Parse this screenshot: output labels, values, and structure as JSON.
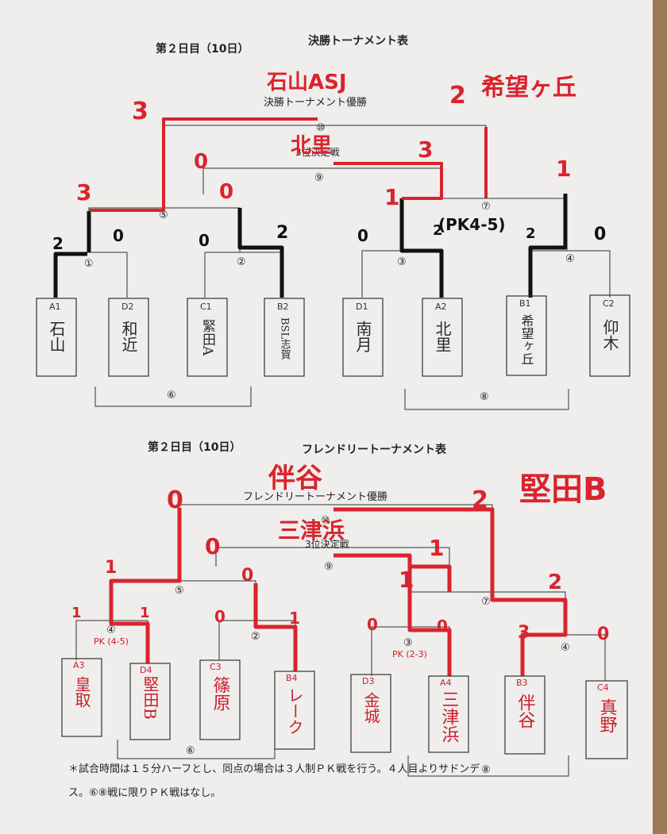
{
  "sheet": {
    "colors": {
      "paper": "#efeeec",
      "ink": "#222222",
      "red_marker": "#d9242e",
      "black_marker": "#111111"
    }
  },
  "main_bracket": {
    "header_day": "第２日目（10日）",
    "header_title": "決勝トーナメント表",
    "champion_label": "決勝トーナメント優勝",
    "third_place_label": "3位決定戦",
    "champion_written": "石山ASJ",
    "third_written": "北里",
    "right_winner_written": "希望ヶ丘",
    "pk_note": "(PK4-5)",
    "scores": {
      "final_left": "3",
      "final_right": "2",
      "third_left": "0",
      "third_right": "3",
      "semi5_left": "3",
      "semi5_right": "0",
      "semi7_left": "1",
      "semi7_right": "1",
      "m1_left": "2",
      "m1_right": "0",
      "m2_left": "0",
      "m2_right": "2",
      "m3_left": "0",
      "m3_right": "2",
      "m4_left": "2",
      "m4_right": "0"
    },
    "match_numbers": [
      "①",
      "②",
      "③",
      "④",
      "⑤",
      "⑦",
      "⑨",
      "⑩"
    ],
    "bottom_matches": [
      "⑥",
      "⑧"
    ],
    "teams": [
      {
        "code": "A1",
        "name": "石山"
      },
      {
        "code": "D2",
        "name": "和近"
      },
      {
        "code": "C1",
        "name": "緊田A"
      },
      {
        "code": "B2",
        "name": "BSL志賀"
      },
      {
        "code": "D1",
        "name": "南月"
      },
      {
        "code": "A2",
        "name": "北里"
      },
      {
        "code": "B1",
        "name": "希望ヶ丘"
      },
      {
        "code": "C2",
        "name": "仰木"
      }
    ]
  },
  "friendly_bracket": {
    "header_day": "第２日目（10日）",
    "header_title": "フレンドリートーナメント表",
    "champion_label": "フレンドリートーナメント優勝",
    "third_place_label": "3位決定戦",
    "champion_written": "伴谷",
    "third_written": "三津浜",
    "side_written": "堅田B",
    "pk_note_1": "PK (4-5)",
    "pk_note_3": "PK (2-3)",
    "scores": {
      "final_left": "0",
      "final_right": "2",
      "third_left": "0",
      "third_right": "1",
      "semi5_left": "1",
      "semi5_right": "0",
      "semi7_left": "1",
      "semi7_right": "2",
      "m1_left": "1",
      "m1_right": "1",
      "m2_left": "0",
      "m2_right": "1",
      "m3_left": "0",
      "m3_right": "0",
      "m4_left": "3",
      "m4_right": "0"
    },
    "match_numbers": [
      "④",
      "②",
      "③",
      "④",
      "⑤",
      "⑦",
      "⑨",
      "⑩"
    ],
    "bottom_matches": [
      "⑥",
      "⑧"
    ],
    "teams": [
      {
        "code": "A3",
        "name": "皇取"
      },
      {
        "code": "D4",
        "name": "堅田B"
      },
      {
        "code": "C3",
        "name": "篠原"
      },
      {
        "code": "B4",
        "name": "レーク"
      },
      {
        "code": "D3",
        "name": "金城"
      },
      {
        "code": "A4",
        "name": "三津浜"
      },
      {
        "code": "B3",
        "name": "伴谷"
      },
      {
        "code": "C4",
        "name": "真野"
      }
    ]
  },
  "footnote": {
    "line1": "＊試合時間は１５分ハーフとし、同点の場合は３人制ＰＫ戦を行う。４人目よりサドンデ",
    "line2": "ス。⑥⑧戦に限りＰＫ戦はなし。"
  }
}
